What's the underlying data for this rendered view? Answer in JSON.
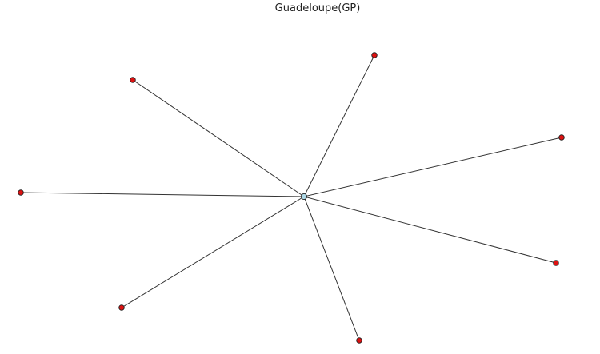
{
  "title": "Guadeloupe(GP)",
  "colors": {
    "hub_fill": "#add8e6",
    "leaf_fill": "#dd1111",
    "node_stroke": "#222222",
    "edge": "#333333"
  },
  "graph": {
    "hub": "center",
    "nodes": [
      {
        "id": "center",
        "type": "hub"
      },
      {
        "id": "leaf-top-right",
        "type": "leaf"
      },
      {
        "id": "leaf-right",
        "type": "leaf"
      },
      {
        "id": "leaf-lower-right",
        "type": "leaf"
      },
      {
        "id": "leaf-bottom",
        "type": "leaf"
      },
      {
        "id": "leaf-lower-left",
        "type": "leaf"
      },
      {
        "id": "leaf-left",
        "type": "leaf"
      },
      {
        "id": "leaf-top-left",
        "type": "leaf"
      }
    ],
    "edges": [
      [
        "center",
        "leaf-top-right"
      ],
      [
        "center",
        "leaf-right"
      ],
      [
        "center",
        "leaf-lower-right"
      ],
      [
        "center",
        "leaf-bottom"
      ],
      [
        "center",
        "leaf-lower-left"
      ],
      [
        "center",
        "leaf-left"
      ],
      [
        "center",
        "leaf-top-left"
      ]
    ]
  }
}
